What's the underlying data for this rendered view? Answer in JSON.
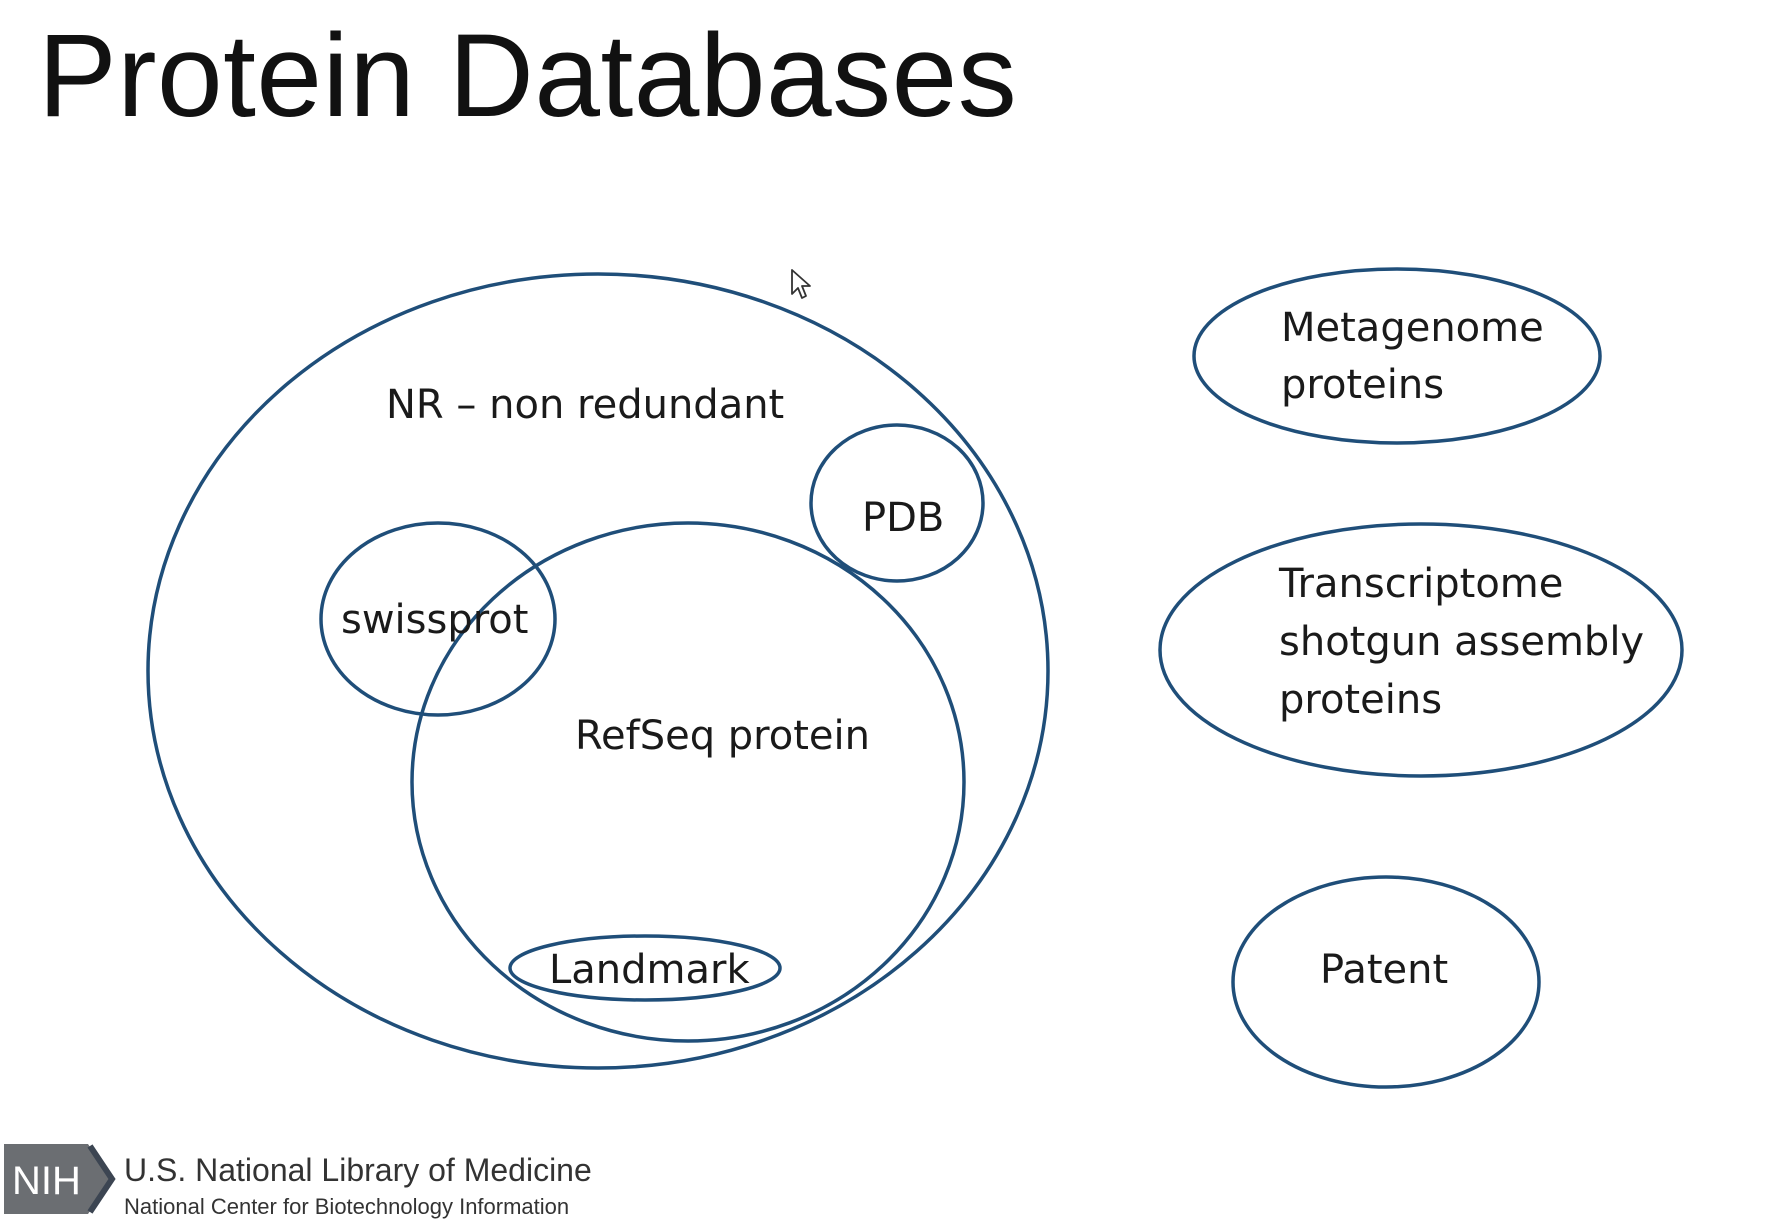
{
  "title": "Protein Databases",
  "colors": {
    "outline": "#1f4e79",
    "logo_bg": "#6b6e72",
    "logo_arrow": "#3c4552"
  },
  "diagram": {
    "nr_label": "NR – non redundant",
    "pdb_label": "PDB",
    "swissprot_label": "swissprot",
    "refseq_label": "RefSeq protein",
    "landmark_label": "Landmark",
    "metagenome_label": [
      "Metagenome",
      "proteins"
    ],
    "tsa_label": [
      "Transcriptome",
      "shotgun assembly",
      "proteins"
    ],
    "patent_label": "Patent"
  },
  "footer": {
    "logo_text": "NIH",
    "org_name": "U.S. National Library of Medicine",
    "org_sub": "National Center for Biotechnology Information"
  },
  "cursor_icon": "mouse-pointer-icon"
}
